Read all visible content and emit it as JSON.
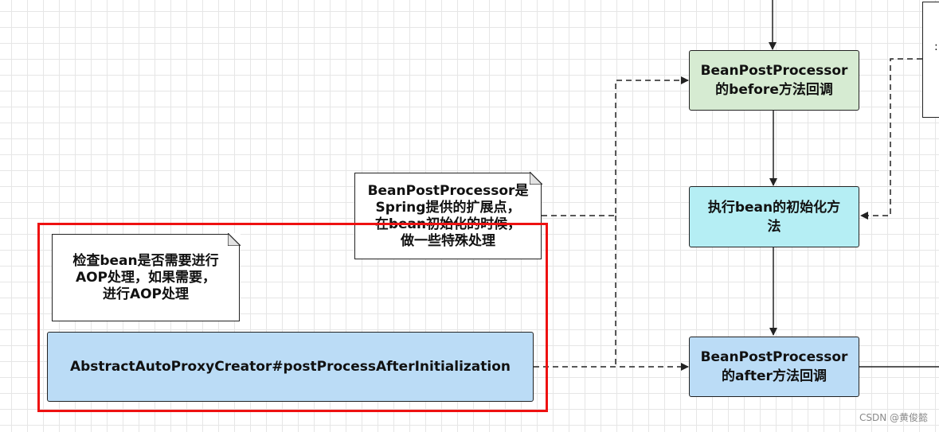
{
  "boxes": {
    "before_callback": "BeanPostProcessor\n的before方法回调",
    "init_method": "执行bean的初始化方\n法",
    "after_callback": "BeanPostProcessor\n的after方法回调",
    "aop_creator": "AbstractAutoProxyCreator#postProcessAfterInitialization",
    "partial_right_glyph": ":"
  },
  "notes": {
    "extension_point": "BeanPostProcessor是\nSpring提供的扩展点，\n在bean初始化的时候，\n做一些特殊处理",
    "aop_check": "检查bean是否需要进行\nAOP处理，如果需要，\n进行AOP处理"
  },
  "watermark": "CSDN @黄俊懿",
  "colors": {
    "green_box": "#d6ebd2",
    "cyan_box": "#b5eef4",
    "blue_box": "#bbdcf6",
    "highlight_border": "#ee1111",
    "grid": "#e6e6e6"
  }
}
